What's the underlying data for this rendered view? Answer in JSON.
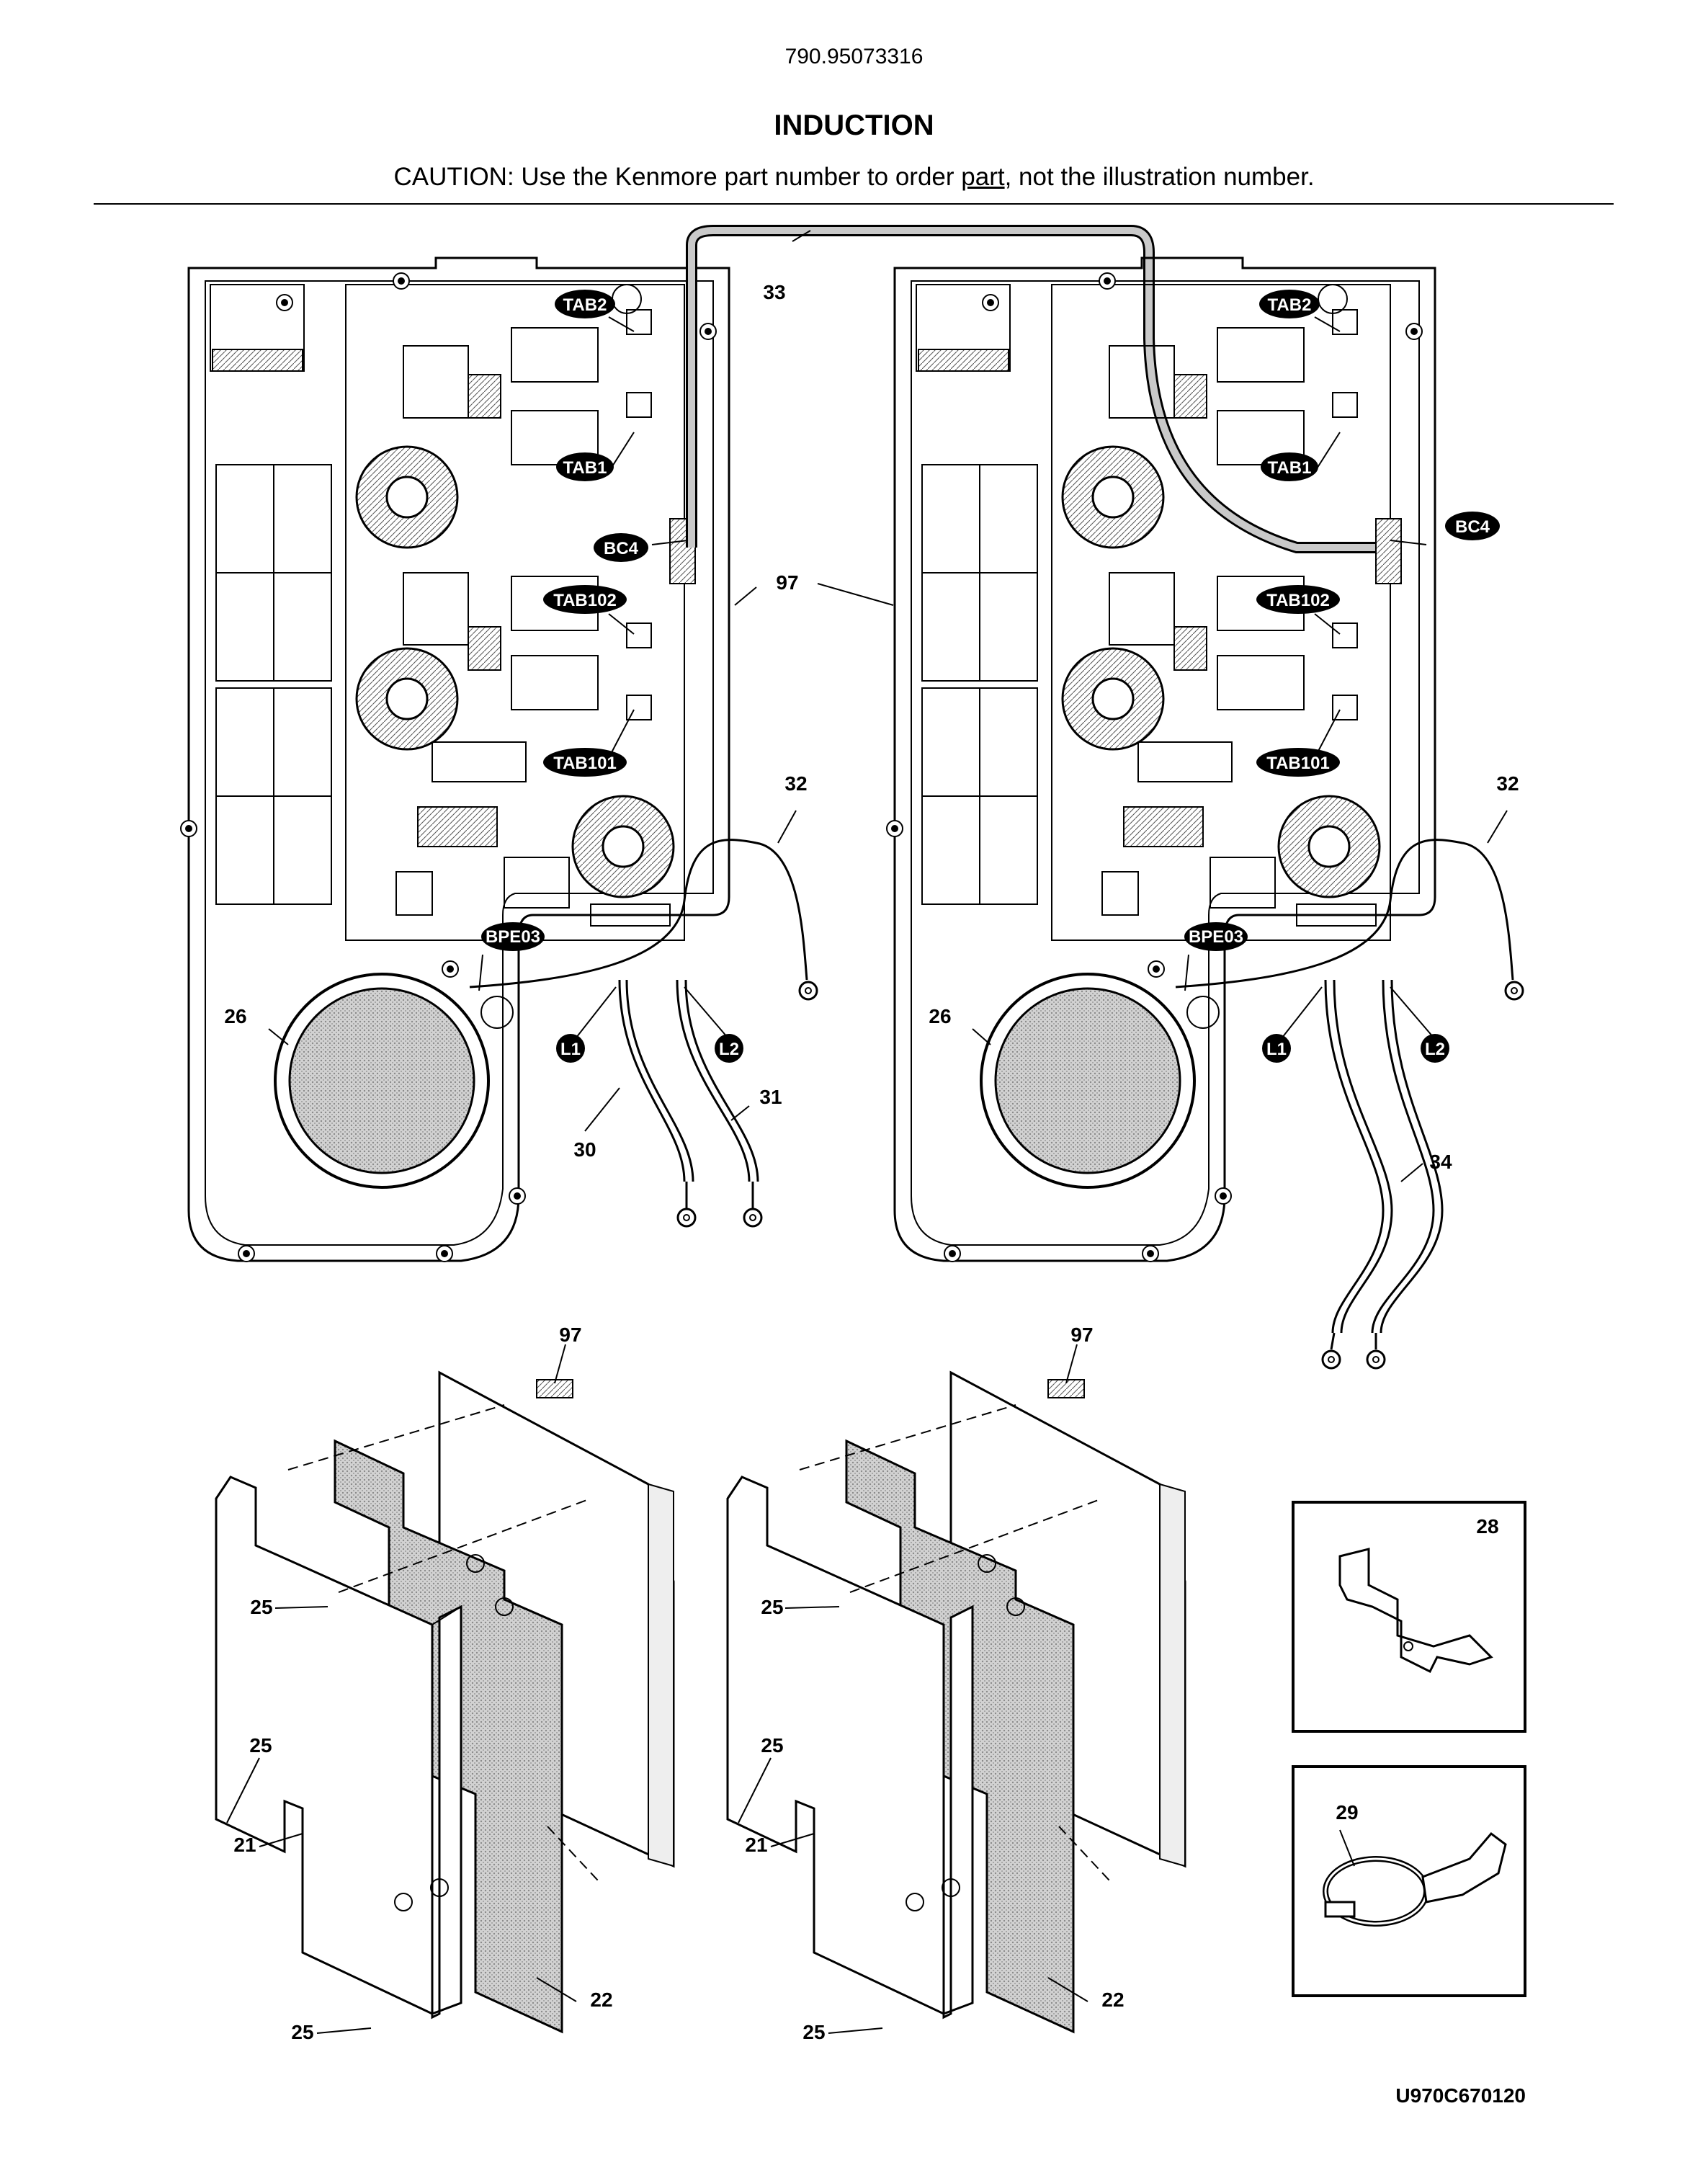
{
  "header": {
    "model_number": "790.95073316",
    "section_title": "INDUCTION",
    "caution_prefix": "CAUTION: Use the Kenmore part number to order ",
    "caution_link": "part",
    "caution_suffix": ", not the illustration number."
  },
  "drawing_code": "U970C670120",
  "connector_tags": {
    "tab2": "TAB2",
    "tab1": "TAB1",
    "bc4": "BC4",
    "tab102": "TAB102",
    "tab101": "TAB101",
    "bpe03": "BPE03",
    "l1": "L1",
    "l2": "L2"
  },
  "part_labels": {
    "p33": "33",
    "p97": "97",
    "p32": "32",
    "p26": "26",
    "p30": "30",
    "p31": "31",
    "p34": "34",
    "p25": "25",
    "p21": "21",
    "p22": "22",
    "p28": "28",
    "p29": "29"
  },
  "colors": {
    "line": "#000000",
    "shade": "#b5b5b5",
    "tag_fill": "#000000",
    "tag_text": "#ffffff"
  }
}
